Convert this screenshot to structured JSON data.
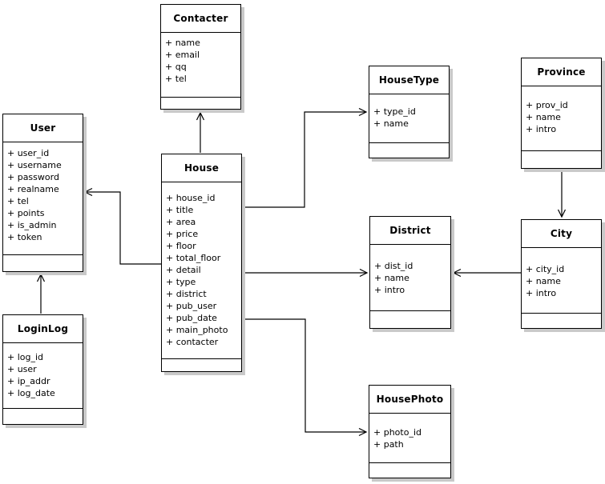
{
  "diagram": {
    "type": "uml-class-diagram",
    "background_color": "#ffffff",
    "box_fill_color": "#ffffff",
    "border_color": "#000000",
    "shadow_color": "#c9c9c9",
    "text_color": "#000000",
    "arrow_style": "open-arrowhead"
  },
  "classes": {
    "contacter": {
      "name": "Contacter",
      "attributes": [
        "+ name",
        "+ email",
        "+ qq",
        "+ tel"
      ]
    },
    "user": {
      "name": "User",
      "attributes": [
        "+ user_id",
        "+ username",
        "+ password",
        "+ realname",
        "+ tel",
        "+ points",
        "+ is_admin",
        "+ token"
      ]
    },
    "house": {
      "name": "House",
      "attributes": [
        "+ house_id",
        "+ title",
        "+ area",
        "+ price",
        "+ floor",
        "+ total_floor",
        "+ detail",
        "+ type",
        "+ district",
        "+ pub_user",
        "+ pub_date",
        "+ main_photo",
        "+ contacter"
      ]
    },
    "housetype": {
      "name": "HouseType",
      "attributes": [
        "+ type_id",
        "+ name"
      ]
    },
    "province": {
      "name": "Province",
      "attributes": [
        "+ prov_id",
        "+ name",
        "+ intro"
      ]
    },
    "district": {
      "name": "District",
      "attributes": [
        "+ dist_id",
        "+ name",
        "+ intro"
      ]
    },
    "city": {
      "name": "City",
      "attributes": [
        "+ city_id",
        "+ name",
        "+ intro"
      ]
    },
    "loginlog": {
      "name": "LoginLog",
      "attributes": [
        "+ log_id",
        "+ user",
        "+ ip_addr",
        "+ log_date"
      ]
    },
    "housephoto": {
      "name": "HousePhoto",
      "attributes": [
        "+ photo_id",
        "+ path"
      ]
    }
  },
  "associations": [
    {
      "from": "House",
      "to": "Contacter"
    },
    {
      "from": "House",
      "to": "User"
    },
    {
      "from": "House",
      "to": "HouseType"
    },
    {
      "from": "House",
      "to": "District"
    },
    {
      "from": "House",
      "to": "HousePhoto"
    },
    {
      "from": "Province",
      "to": "City"
    },
    {
      "from": "City",
      "to": "District"
    },
    {
      "from": "LoginLog",
      "to": "User"
    }
  ]
}
